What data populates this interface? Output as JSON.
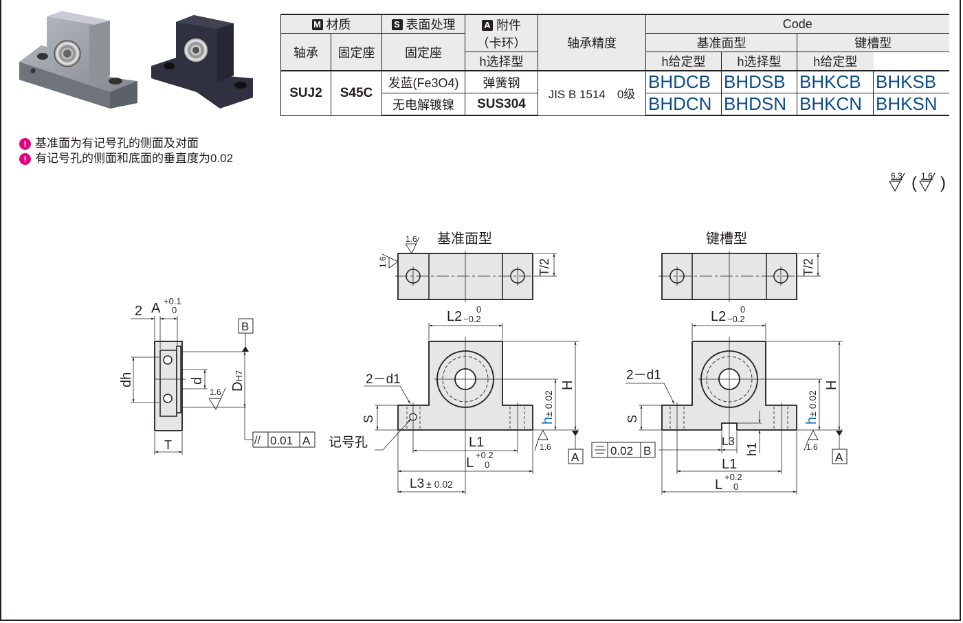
{
  "photos": {
    "left_label": "product-photo-steel-finish",
    "right_label": "product-photo-black-oxide-finish"
  },
  "spec_table": {
    "material_header": "材质",
    "material_badge": "M",
    "surface_header": "表面处理",
    "surface_badge": "S",
    "accessory_header": "附件",
    "accessory_badge": "A",
    "accessory_sub": "（卡环）",
    "precision_header": "轴承精度",
    "code_header": "Code",
    "col_bearing": "轴承",
    "col_fixed_seat": "固定座",
    "col_surface_fixed_seat": "固定座",
    "type_reference": "基准面型",
    "type_keyway": "键槽型",
    "h_select": "h选择型",
    "h_given": "h给定型",
    "bearing_material": "SUJ2",
    "seat_material": "S45C",
    "surface_row1": "发蓝(Fe3O4)",
    "surface_row2": "无电解镀镍",
    "accessory_row1": "弹簧钢",
    "accessory_row2": "SUS304",
    "precision_value": "JIS B 1514　0级",
    "codes_row1": [
      "BHDCB",
      "BHDSB",
      "BHKCB",
      "BHKSB"
    ],
    "codes_row2": [
      "BHDCN",
      "BHDSN",
      "BHKCN",
      "BHKSN"
    ]
  },
  "notes": [
    "基准面为有记号孔的侧面及对面",
    "有记号孔的侧面和底面的垂直度为0.02"
  ],
  "roughness": {
    "general": "6.3",
    "special": "1.6"
  },
  "drawing": {
    "title_reference": "基准面型",
    "title_keyway": "键槽型",
    "side": {
      "dim_2": "2",
      "dim_A": "A",
      "tol_A_upper": "+0.1",
      "tol_A_lower": "0",
      "dim_dh": "dh",
      "dim_d": "d",
      "dim_D": "D",
      "dim_D_fit": "H7",
      "rough": "1.6",
      "datum_B": "B",
      "dim_T": "T",
      "fcf_symbol": "//",
      "fcf_value": "0.01",
      "fcf_datum": "A"
    },
    "front": {
      "dim_L2": "L2",
      "tol_L2_upper": "0",
      "tol_L2_lower": "−0.2",
      "dim_H": "H",
      "dim_h": "h",
      "tol_h": "± 0.02",
      "dim_S": "S",
      "dim_d1": "2－d1",
      "mark_hole": "记号孔",
      "dim_L1": "L1",
      "dim_L": "L",
      "tol_L_upper": "+0.2",
      "tol_L_lower": "0",
      "dim_L3": "L3",
      "tol_L3": "± 0.02",
      "dim_h1": "h1",
      "rough": "1.6",
      "datum_A": "A",
      "dim_T2": "T/2",
      "fcf_value": "0.02",
      "fcf_datum": "B"
    }
  },
  "colors": {
    "code_blue": "#0b4a8b",
    "h_blue": "#0b6fb8",
    "warn_magenta": "#e4007f",
    "part_fill": "#e6e6e6",
    "header_fill": "#ebebeb"
  }
}
